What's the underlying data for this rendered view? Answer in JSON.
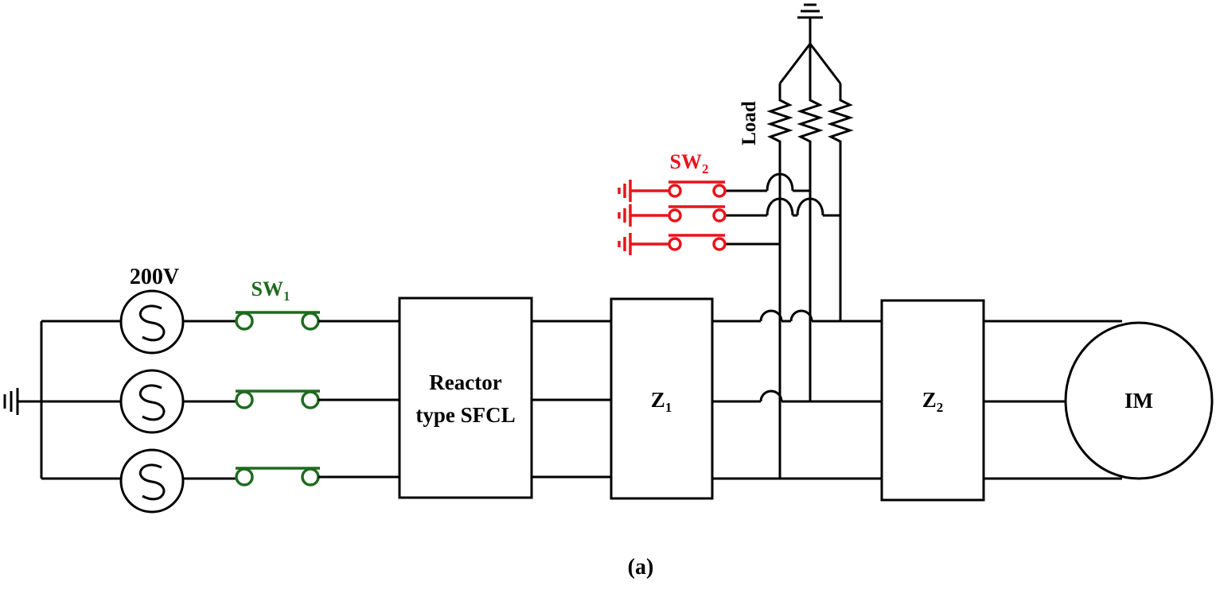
{
  "source": {
    "voltage_label": "200V"
  },
  "switches": {
    "sw1": {
      "base": "SW",
      "sub": "1",
      "color": "#1e6b1e"
    },
    "sw2": {
      "base": "SW",
      "sub": "2",
      "color": "#e8141a"
    }
  },
  "blocks": {
    "sfcl": {
      "line1": "Reactor",
      "line2": "type SFCL"
    },
    "z1": {
      "base": "Z",
      "sub": "1"
    },
    "z2": {
      "base": "Z",
      "sub": "2"
    },
    "motor": {
      "label": "IM"
    }
  },
  "load": {
    "label": "Load"
  },
  "caption": "(a)"
}
